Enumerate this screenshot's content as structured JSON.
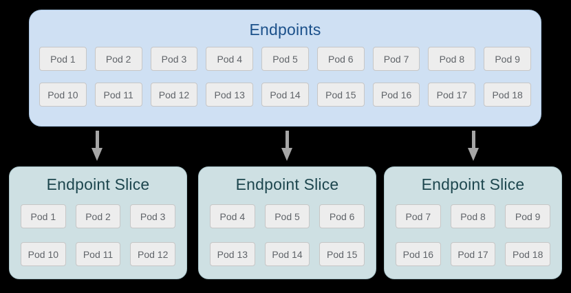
{
  "colors": {
    "canvas_bg": "#000000",
    "endpoints_bg": "#cfe0f3",
    "endpoints_border": "#a9c6e3",
    "endpoints_title": "#1b508a",
    "slice_bg": "#cee0e3",
    "slice_border": "#aac6cb",
    "slice_title": "#1d464e",
    "pod_bg": "#ededed",
    "pod_border": "#c6c6c6",
    "pod_text": "#5f6368",
    "arrow": "#a6a6a6"
  },
  "endpoints": {
    "title": "Endpoints",
    "row1": [
      "Pod 1",
      "Pod 2",
      "Pod 3",
      "Pod 4",
      "Pod 5",
      "Pod 6",
      "Pod 7",
      "Pod 8",
      "Pod 9"
    ],
    "row2": [
      "Pod 10",
      "Pod 11",
      "Pod 12",
      "Pod 13",
      "Pod 14",
      "Pod 15",
      "Pod 16",
      "Pod 17",
      "Pod 18"
    ]
  },
  "slices": [
    {
      "title": "Endpoint Slice",
      "row1": [
        "Pod 1",
        "Pod 2",
        "Pod 3"
      ],
      "row2": [
        "Pod 10",
        "Pod 11",
        "Pod 12"
      ]
    },
    {
      "title": "Endpoint Slice",
      "row1": [
        "Pod 4",
        "Pod 5",
        "Pod 6"
      ],
      "row2": [
        "Pod 13",
        "Pod 14",
        "Pod 15"
      ]
    },
    {
      "title": "Endpoint Slice",
      "row1": [
        "Pod 7",
        "Pod 8",
        "Pod 9"
      ],
      "row2": [
        "Pod 16",
        "Pod 17",
        "Pod 18"
      ]
    }
  ]
}
